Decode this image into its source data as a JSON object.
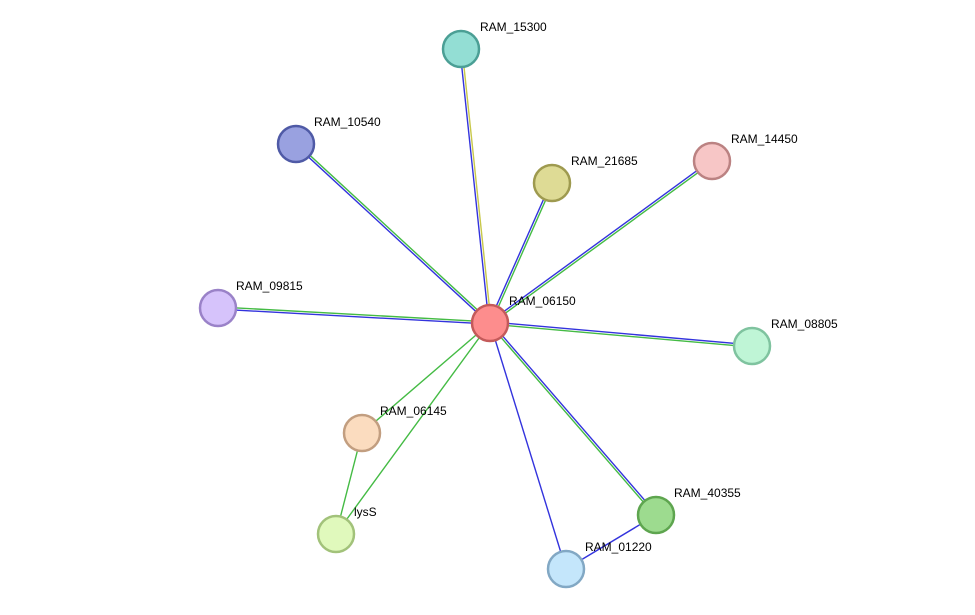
{
  "network": {
    "nodes": [
      {
        "id": "RAM_06150",
        "label": "RAM_06150",
        "fill": "#fd8d8d",
        "stroke": "#c45a5a"
      },
      {
        "id": "RAM_15300",
        "label": "RAM_15300",
        "fill": "#93ded4",
        "stroke": "#4b9f95"
      },
      {
        "id": "RAM_10540",
        "label": "RAM_10540",
        "fill": "#99a1e0",
        "stroke": "#4f5aa6"
      },
      {
        "id": "RAM_21685",
        "label": "RAM_21685",
        "fill": "#dedb95",
        "stroke": "#9e9a4f"
      },
      {
        "id": "RAM_14450",
        "label": "RAM_14450",
        "fill": "#f7c6c6",
        "stroke": "#bb8282"
      },
      {
        "id": "RAM_09815",
        "label": "RAM_09815",
        "fill": "#d6c3fb",
        "stroke": "#9a82c8"
      },
      {
        "id": "RAM_08805",
        "label": "RAM_08805",
        "fill": "#bff5d6",
        "stroke": "#7fc39f"
      },
      {
        "id": "RAM_06145",
        "label": "RAM_06145",
        "fill": "#fbdcbf",
        "stroke": "#c29e80"
      },
      {
        "id": "lysS",
        "label": "lysS",
        "fill": "#e0f9bc",
        "stroke": "#a2c27a"
      },
      {
        "id": "RAM_40355",
        "label": "RAM_40355",
        "fill": "#9ddb8f",
        "stroke": "#5ea54f"
      },
      {
        "id": "RAM_01220",
        "label": "RAM_01220",
        "fill": "#c4e6fb",
        "stroke": "#82a8c4"
      }
    ],
    "edges": [
      {
        "source": "RAM_06150",
        "target": "RAM_15300",
        "colors": [
          "#3333dd",
          "#c8c84a"
        ]
      },
      {
        "source": "RAM_06150",
        "target": "RAM_10540",
        "colors": [
          "#3333dd",
          "#44bb44"
        ]
      },
      {
        "source": "RAM_06150",
        "target": "RAM_21685",
        "colors": [
          "#3333dd",
          "#44bb44"
        ]
      },
      {
        "source": "RAM_06150",
        "target": "RAM_14450",
        "colors": [
          "#3333dd",
          "#44bb44"
        ]
      },
      {
        "source": "RAM_06150",
        "target": "RAM_09815",
        "colors": [
          "#3333dd",
          "#44bb44"
        ]
      },
      {
        "source": "RAM_06150",
        "target": "RAM_08805",
        "colors": [
          "#3333dd",
          "#44bb44"
        ]
      },
      {
        "source": "RAM_06150",
        "target": "RAM_06145",
        "colors": [
          "#44bb44"
        ]
      },
      {
        "source": "RAM_06150",
        "target": "lysS",
        "colors": [
          "#44bb44"
        ]
      },
      {
        "source": "RAM_06150",
        "target": "RAM_40355",
        "colors": [
          "#3333dd",
          "#44bb44"
        ]
      },
      {
        "source": "RAM_06150",
        "target": "RAM_01220",
        "colors": [
          "#3333dd"
        ]
      },
      {
        "source": "RAM_06145",
        "target": "lysS",
        "colors": [
          "#44bb44"
        ]
      },
      {
        "source": "RAM_40355",
        "target": "RAM_01220",
        "colors": [
          "#3333dd"
        ]
      }
    ]
  }
}
